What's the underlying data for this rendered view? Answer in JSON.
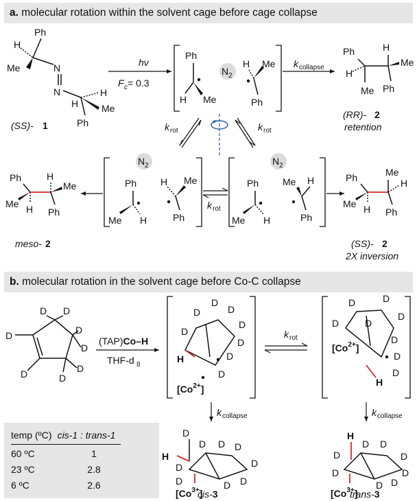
{
  "panel_a": {
    "letter": "a.",
    "title": "molecular rotation within the solvent cage before cage collapse",
    "substituents": {
      "Ph": "Ph",
      "Me": "Me",
      "H": "H"
    },
    "azo_N": "N",
    "dinitrogen": "N",
    "dinitrogen_sub": "2",
    "reagent": "hν",
    "fc_label": "F",
    "fc_sub": "c",
    "fc_value": " = 0.3",
    "k_letter": "k",
    "collapse_sub": "collapse",
    "rot_sub": "rot",
    "start_cmpd": {
      "prefix": "(SS)-",
      "number": "1"
    },
    "rr_cmpd": {
      "prefix": "(RR)-",
      "number": "2",
      "note": "retention"
    },
    "meso_cmpd": {
      "prefix": "meso-",
      "number": "2"
    },
    "ss_cmpd": {
      "prefix": "(SS)-",
      "number": "2",
      "note": "2X inversion"
    }
  },
  "panel_b": {
    "letter": "b.",
    "title": "molecular rotation in the solvent cage before Co-C collapse",
    "deuterium": "D",
    "hydrogen": "H",
    "reagent_prefix": "(TAP)",
    "reagent_bold": "Co–H",
    "solvent": "THF-d",
    "solvent_sub": "8",
    "co2": "[Co",
    "co2_sup": "2+",
    "co3": "[Co",
    "co3_sup": "3+",
    "bracket_close": "]",
    "k_letter": "k",
    "rot_sub": "rot",
    "collapse_sub": "collapse",
    "cis_product": {
      "prefix": "cis-",
      "number": "3"
    },
    "trans_product": {
      "prefix": "trans-",
      "number": "3"
    },
    "table": {
      "headers": [
        "temp (ºC)",
        "cis-1 : trans-1"
      ],
      "rows": [
        {
          "temp": "60 ºC",
          "ratio": "1"
        },
        {
          "temp": "23 ºC",
          "ratio": "2.8"
        },
        {
          "temp": "6 ºC",
          "ratio": "2.6"
        }
      ]
    }
  },
  "colors": {
    "highlight_bond": "#d42a2a",
    "panel_bg": "#e6e6e6",
    "rotation_icon": "#2a5db0"
  }
}
